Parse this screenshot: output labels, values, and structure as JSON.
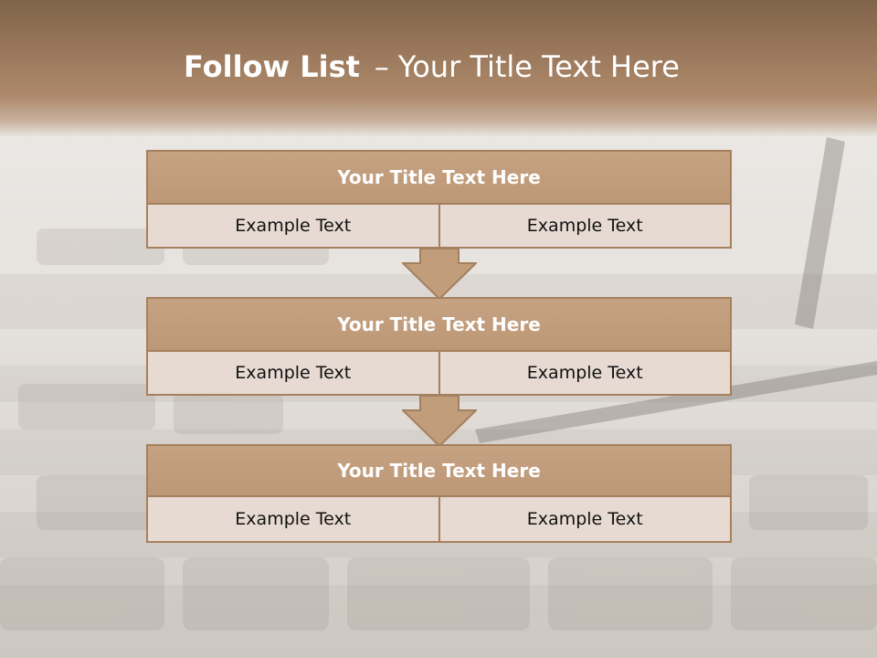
{
  "slide": {
    "title_bold": "Follow List",
    "title_dash": "–",
    "title_rest": "Your Title Text Here"
  },
  "colors": {
    "header_fill": "#c19d7c",
    "border": "#a5805e",
    "cell_fill": "#e7dad2",
    "title_text": "#ffffff",
    "band": "#98765a"
  },
  "blocks": [
    {
      "title": "Your Title Text Here",
      "left": "Example Text",
      "right": "Example Text"
    },
    {
      "title": "Your Title Text Here",
      "left": "Example Text",
      "right": "Example Text"
    },
    {
      "title": "Your Title Text Here",
      "left": "Example Text",
      "right": "Example Text"
    }
  ],
  "connectors": [
    "down-arrow-icon",
    "down-arrow-icon"
  ]
}
